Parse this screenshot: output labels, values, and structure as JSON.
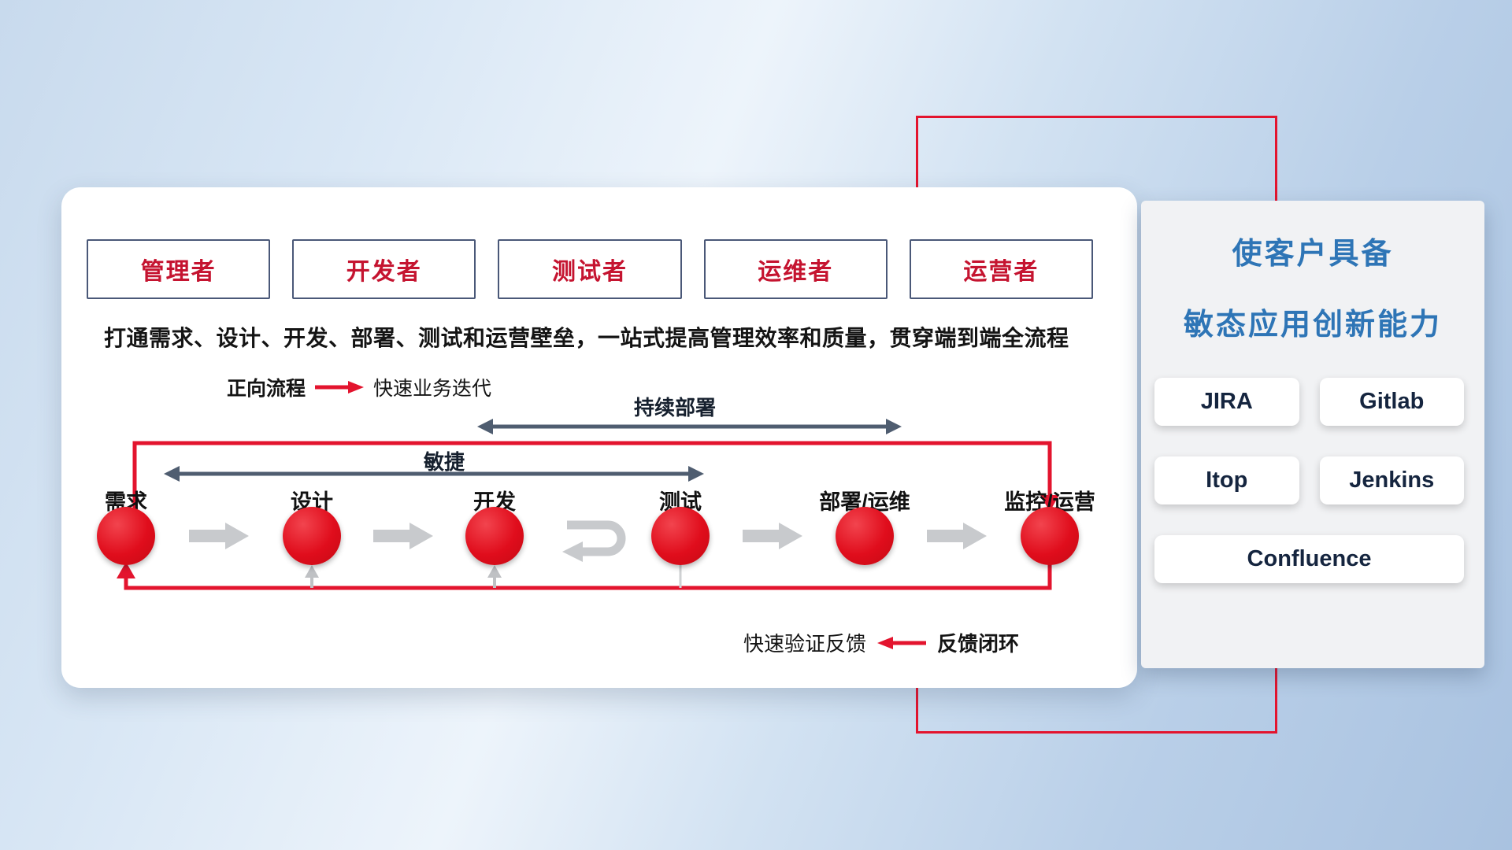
{
  "card": {
    "roles": [
      "管理者",
      "开发者",
      "测试者",
      "运维者",
      "运营者"
    ],
    "subtitle": "打通需求、设计、开发、部署、测试和运营壁垒，一站式提高管理效率和质量，贯穿端到端全流程",
    "legend_forward": {
      "label": "正向流程",
      "value": "快速业务迭代"
    },
    "legend_feedback": {
      "value": "快速验证反馈",
      "label": "反馈闭环"
    },
    "flow": {
      "span_deploy": "持续部署",
      "span_agile": "敏捷",
      "nodes": [
        "需求",
        "设计",
        "开发",
        "测试",
        "部署/运维",
        "监控/运营"
      ]
    }
  },
  "panel": {
    "title_line1": "使客户具备",
    "title_line2": "敏态应用创新能力",
    "tools": [
      "JIRA",
      "Gitlab",
      "Itop",
      "Jenkins",
      "Confluence"
    ]
  },
  "colors": {
    "accent_red": "#e3142e",
    "title_blue": "#2e75b6",
    "dark_arrow": "#4f5d70",
    "light_arrow": "#c8cacd"
  }
}
